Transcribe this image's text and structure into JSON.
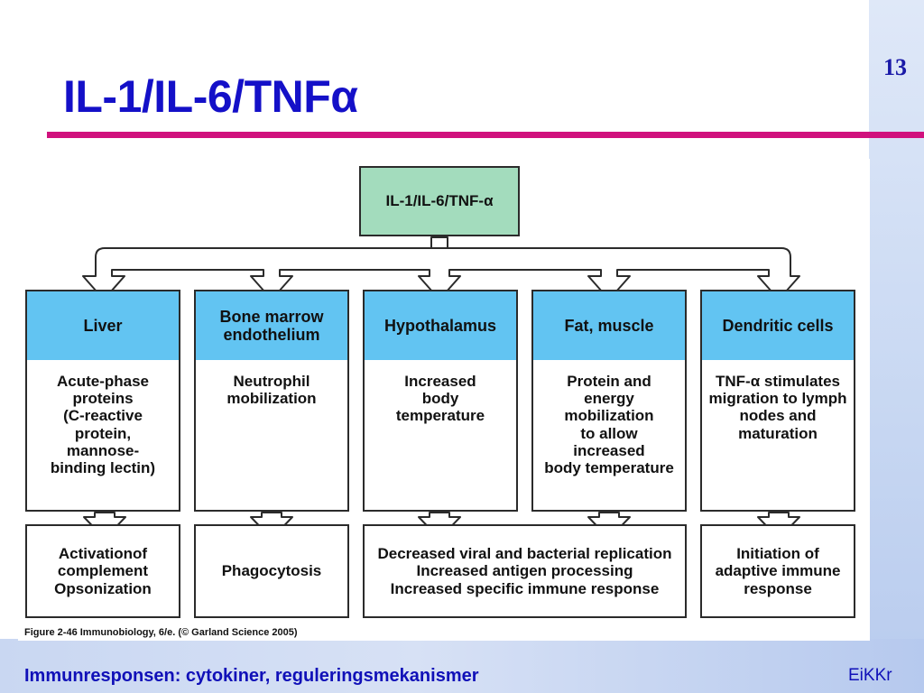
{
  "slide": {
    "number": "13",
    "title": "IL-1/IL-6/TNFα",
    "footer_left": "Immunresponsen: cytokiner, reguleringsmekanismer",
    "footer_right": "EiKKr",
    "colors": {
      "title_text": "#1410c8",
      "title_rule": "#d0117d",
      "footer_text": "#1010b8",
      "band": "#cbdaf3"
    }
  },
  "diagram": {
    "root": "IL-1/IL-6/TNF-α",
    "colors": {
      "root_fill": "#a3dcbd",
      "header_fill": "#62c4f2",
      "box_border": "#2b2b2b"
    },
    "organs": [
      {
        "header": "Liver",
        "effect": "Acute-phase\nproteins\n(C-reactive\nprotein,\nmannose-\nbinding lectin)"
      },
      {
        "header": "Bone marrow\nendothelium",
        "effect": "Neutrophil\nmobilization"
      },
      {
        "header": "Hypothalamus",
        "effect": "Increased\nbody\ntemperature"
      },
      {
        "header": "Fat, muscle",
        "effect": "Protein and\nenergy\nmobilization\nto allow\nincreased\nbody temperature"
      },
      {
        "header": "Dendritic cells",
        "effect": "TNF-α stimulates\nmigration to lymph\nnodes and\nmaturation"
      }
    ],
    "outcomes": [
      "Activationof\ncomplement\nOpsonization",
      "Phagocytosis",
      "Decreased viral and bacterial replication\nIncreased antigen processing\nIncreased specific immune response",
      "Initiation of\nadaptive immune\nresponse"
    ],
    "caption": "Figure 2-46  Immunobiology, 6/e. (© Garland Science 2005)"
  }
}
